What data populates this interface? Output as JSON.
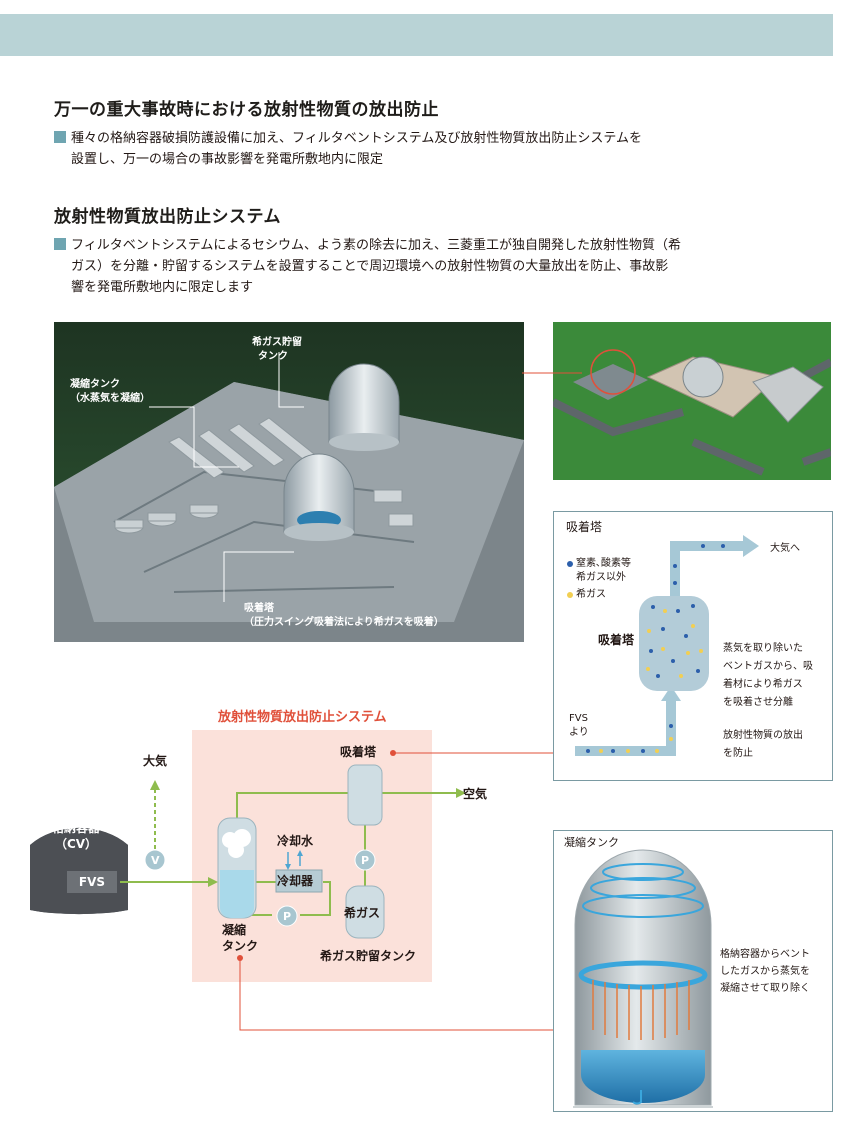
{
  "section1": {
    "heading": "万一の重大事故時における放射性物質の放出防止",
    "line1": "種々の格納容器破損防護設備に加え、フィルタベントシステム及び放射性物質放出防止システムを",
    "line2": "設置し、万一の場合の事故影響を発電所敷地内に限定"
  },
  "section2": {
    "heading": "放射性物質放出防止システム",
    "line1": "フィルタベントシステムによるセシウム、よう素の除去に加え、三菱重工が独自開発した放射性物質（希",
    "line2": "ガス）を分離・貯留するシステムを設置することで周辺環境への放射性物質の大量放出を防止、事故影",
    "line3": "響を発電所敷地内に限定します"
  },
  "render": {
    "noble_tank_l1": "希ガス貯留",
    "noble_tank_l2": "タンク",
    "cond_tank_l1": "凝縮タンク",
    "cond_tank_l2": "（水蒸気を凝縮）",
    "adsorb_l1": "吸着塔",
    "adsorb_l2": "（圧力スイング吸着法により希ガスを吸着）"
  },
  "adsorption_box": {
    "title": "吸着塔",
    "legend_blue_l1": "窒素､酸素等",
    "legend_blue_l2": "希ガス以外",
    "legend_yellow": "希ガス",
    "to_air": "大気へ",
    "column_label": "吸着塔",
    "fvs_l1": "FVS",
    "fvs_l2": "より",
    "desc1": [
      "蒸気を取り除いた",
      "ベントガスから、吸",
      "着材により希ガス",
      "を吸着させ分離"
    ],
    "desc2": [
      "放射性物質の放出",
      "を防止"
    ],
    "colors": {
      "blue_dot": "#2c5fab",
      "yellow_dot": "#f2cf52",
      "pipe": "#a6c8d6",
      "arrow": "#b8d4de"
    }
  },
  "diagram": {
    "title": "放射性物質放出防止システム",
    "adsorber": "吸着塔",
    "air_top": "大気",
    "air_right": "空気",
    "cv_l1": "格納容器",
    "cv_l2": "（CV）",
    "fvs": "FVS",
    "valve": "V",
    "pump": "P",
    "coolant": "冷却水",
    "cooler": "冷却器",
    "noble": "希ガス",
    "cond_l1": "凝縮",
    "cond_l2": "タンク",
    "noble_tank": "希ガス貯留タンク",
    "colors": {
      "pipe": "#8fbc4e",
      "bg": "#fbe1da",
      "title": "#e0503a",
      "leader": "#e0503a"
    }
  },
  "condenser_box": {
    "title": "凝縮タンク",
    "desc": [
      "格納容器からベント",
      "したガスから蒸気を",
      "凝縮させて取り除く"
    ]
  }
}
